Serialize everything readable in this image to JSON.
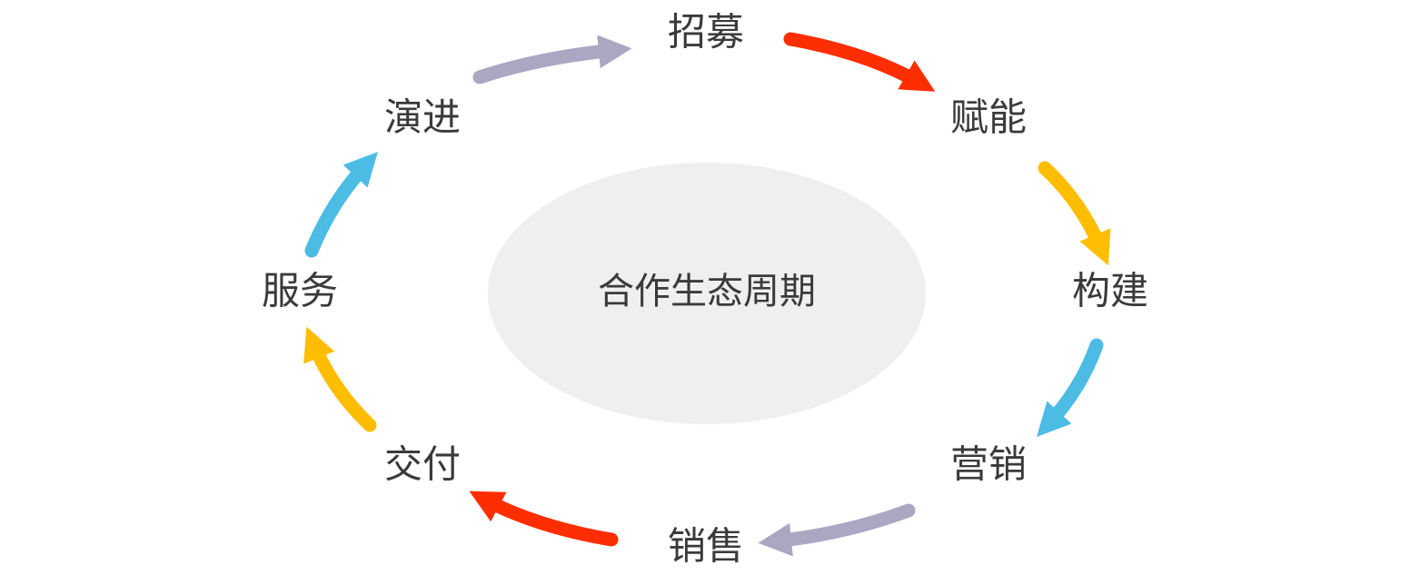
{
  "diagram": {
    "center": {
      "label": "合作生态周期",
      "fill": "#efeff1"
    },
    "stages": [
      {
        "key": "recruit",
        "label": "招募"
      },
      {
        "key": "enable",
        "label": "赋能"
      },
      {
        "key": "build",
        "label": "构建"
      },
      {
        "key": "marketing",
        "label": "营销"
      },
      {
        "key": "sales",
        "label": "销售"
      },
      {
        "key": "deliver",
        "label": "交付"
      },
      {
        "key": "service",
        "label": "服务"
      },
      {
        "key": "evolve",
        "label": "演进"
      }
    ],
    "arrows": [
      {
        "from": "recruit",
        "to": "enable",
        "color": "#ff2e00"
      },
      {
        "from": "enable",
        "to": "build",
        "color": "#ffbd00"
      },
      {
        "from": "build",
        "to": "marketing",
        "color": "#4dbce5"
      },
      {
        "from": "marketing",
        "to": "sales",
        "color": "#a9a7c2"
      },
      {
        "from": "sales",
        "to": "deliver",
        "color": "#ff2e00"
      },
      {
        "from": "deliver",
        "to": "service",
        "color": "#ffbd00"
      },
      {
        "from": "service",
        "to": "evolve",
        "color": "#4dbce5"
      },
      {
        "from": "evolve",
        "to": "recruit",
        "color": "#a9a7c2"
      }
    ]
  }
}
